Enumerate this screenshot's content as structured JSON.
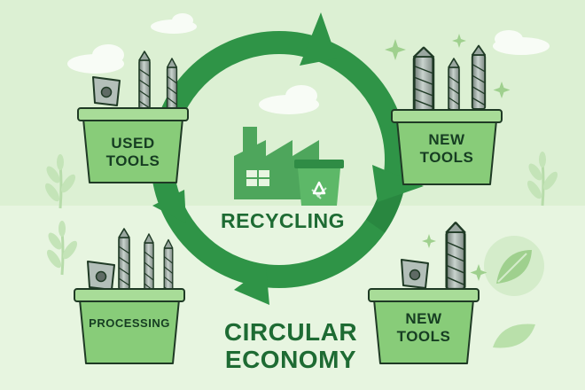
{
  "colors": {
    "background_top": "#e3f3dc",
    "background_bottom": "#eef8ea",
    "cycle_arrow": "#2f9447",
    "cycle_arrow_dark": "#237a39",
    "bin_fill": "#88cc79",
    "bin_rim": "#a8dc98",
    "outline": "#1f3a25",
    "factory": "#4ea65c",
    "tool_steel": "#8d9a93",
    "title_text": "#1e6b33"
  },
  "nodes": {
    "used_tools": {
      "line1": "USED",
      "line2": "TOOLS"
    },
    "new_tools_top": {
      "line1": "NEW",
      "line2": "TOOLS"
    },
    "processing": {
      "label": "PROCESSING"
    },
    "new_tools_bottom": {
      "line1": "NEW",
      "line2": "TOOLS"
    }
  },
  "center": {
    "label": "RECYCLING",
    "icon": "factory-icon",
    "bin_icon": "recycle-bin-icon"
  },
  "title": {
    "line1": "CIRCULAR",
    "line2": "ECONOMY"
  }
}
